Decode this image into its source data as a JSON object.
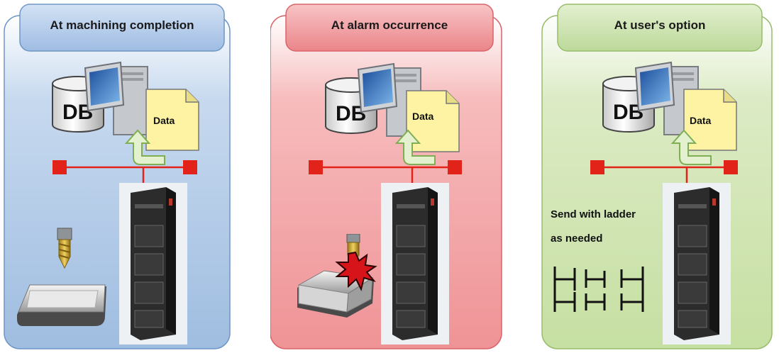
{
  "colors": {
    "blue_fill": "#b9cfe9",
    "blue_tab": "#aec6e6",
    "blue_border": "#6f96c7",
    "red_fill": "#f4a8aa",
    "red_tab": "#f08f92",
    "red_border": "#d9646a",
    "green_fill": "#d6e8bd",
    "green_tab": "#c9e0a6",
    "green_border": "#97bd6a",
    "network_red": "#e2231a"
  },
  "panels": [
    {
      "title": "At machining completion",
      "db_label": "DB",
      "data_label": "Data",
      "scenario_icon": "drill-bit-icon"
    },
    {
      "title": "At alarm occurrence",
      "db_label": "DB",
      "data_label": "Data",
      "scenario_icon": "alarm-burst-icon"
    },
    {
      "title": "At user's option",
      "db_label": "DB",
      "data_label": "Data",
      "scenario_icon": "ladder-diagram-icon",
      "note_line1": "Send with ladder",
      "note_line2": "as needed"
    }
  ]
}
